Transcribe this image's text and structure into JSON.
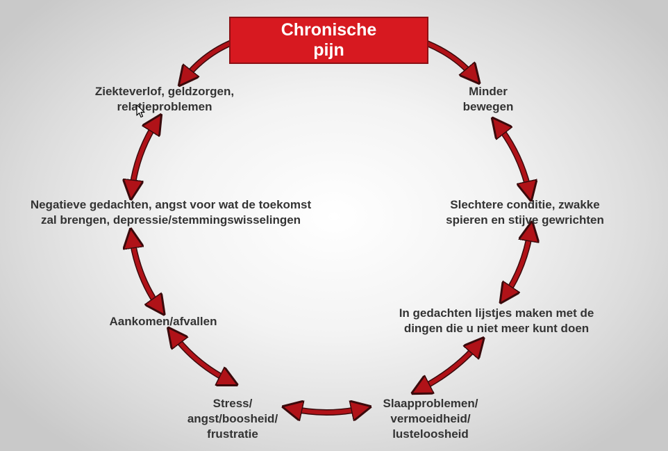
{
  "title": "Chronische pijn",
  "nodes": {
    "sick": [
      "Ziekteverlof, geldzorgen,",
      "relatieproblemen"
    ],
    "move": [
      "Minder",
      "bewegen"
    ],
    "negative": [
      "Negatieve gedachten, angst voor wat de toekomst",
      "zal brengen, depressie/stemmingswisselingen"
    ],
    "condition": [
      "Slechtere conditie, zwakke",
      "spieren en stijve gewrichten"
    ],
    "lists": [
      "In gedachten lijstjes maken met de",
      "dingen die u niet meer kunt doen"
    ],
    "weight": [
      "Aankomen/afvallen"
    ],
    "stress": [
      "Stress/",
      "angst/boosheid/",
      "frustratie"
    ],
    "sleep": [
      "Slaapproblemen/",
      "vermoeidheid/",
      "lusteloosheid"
    ]
  },
  "colors": {
    "title_bg": "#d71920",
    "arrow": "#b01218",
    "text": "#333333"
  },
  "icons": {
    "cursor": "mouse-pointer-icon"
  }
}
